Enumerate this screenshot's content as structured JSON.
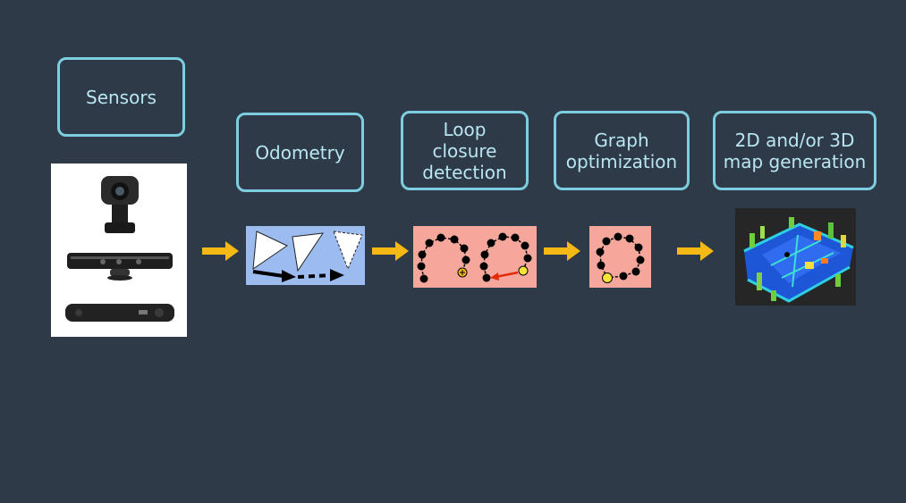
{
  "stages": {
    "sensors": "Sensors",
    "odometry": "Odometry",
    "loop_closure": "Loop\nclosure\ndetection",
    "graph_optimization": "Graph\noptimization",
    "map_generation": "2D and/or 3D\nmap generation"
  },
  "colors": {
    "background": "#2e3a47",
    "box_border": "#7ccde0",
    "box_text": "#b8e6f2",
    "arrow": "#f5b915",
    "odometry_panel": "#9cbcf0",
    "graph_panel": "#f6a79c"
  },
  "icons": [
    "webcam-icon",
    "kinect-sensor-icon",
    "depth-camera-icon",
    "map-3d-icon"
  ]
}
